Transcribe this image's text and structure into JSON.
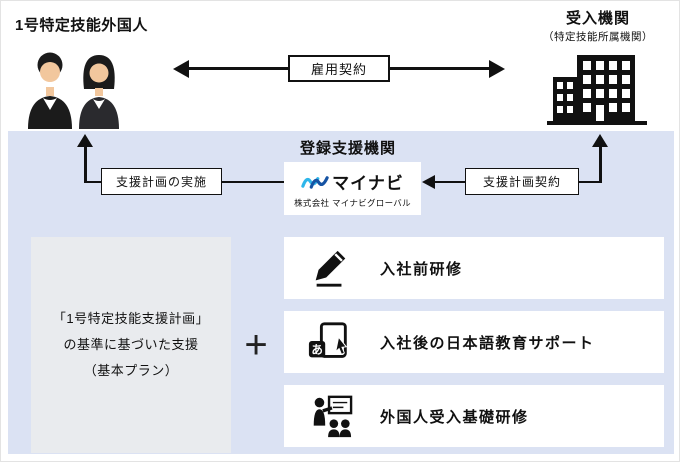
{
  "colors": {
    "panel_bg": "#dbe2f3",
    "plan_box_bg": "#e9ebee",
    "line": "#111111",
    "logo_blue_light": "#2eb6ea",
    "logo_blue_dark": "#1553a3"
  },
  "top": {
    "workers_label": "1号特定技能外国人",
    "org_label": "受入機関",
    "org_sublabel": "（特定技能所属機関）",
    "employment_contract_label": "雇用契約"
  },
  "support": {
    "section_title": "登録支援機関",
    "logo_name": "マイナビ",
    "logo_company": "株式会社 マイナビグローバル",
    "plan_implementation_label": "支援計画の実施",
    "plan_contract_label": "支援計画契約"
  },
  "bottom": {
    "base_plan": {
      "line1": "「1号特定技能支援計画」",
      "line2": "の基準に基づいた支援",
      "line3": "（基本プラン）"
    },
    "plus_sign": "+",
    "services": [
      {
        "icon": "pencil-icon",
        "label": "入社前研修"
      },
      {
        "icon": "tablet-japanese-icon",
        "label": "入社後の日本語教育サポート"
      },
      {
        "icon": "training-seminar-icon",
        "label": "外国人受入基礎研修"
      }
    ]
  }
}
